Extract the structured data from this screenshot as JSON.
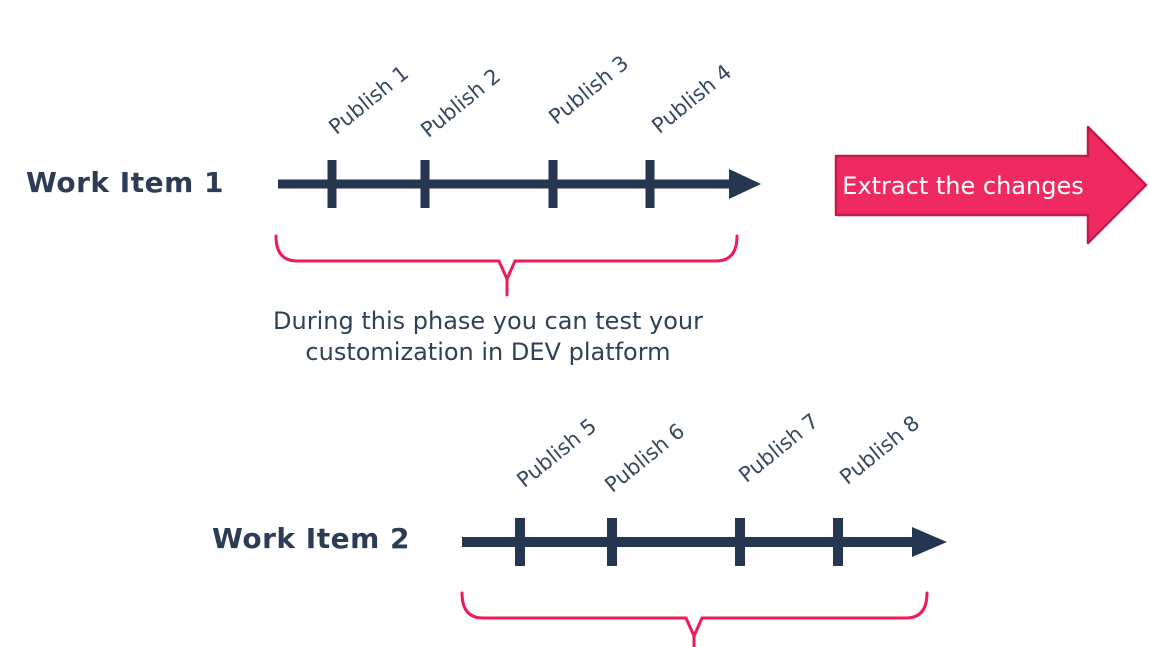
{
  "work_items": [
    {
      "label": "Work Item 1",
      "publishes": [
        "Publish 1",
        "Publish 2",
        "Publish 3",
        "Publish 4"
      ]
    },
    {
      "label": "Work Item 2",
      "publishes": [
        "Publish 5",
        "Publish 6",
        "Publish 7",
        "Publish 8"
      ]
    }
  ],
  "extract_arrow": {
    "label": "Extract the changes"
  },
  "phase_note": {
    "lines": [
      "During this phase you can test your",
      "customization in DEV platform"
    ],
    "full_text": "During this phase you can test your customization in DEV platform"
  },
  "colors": {
    "timeline_navy": "#243650",
    "label_navy": "#37495f",
    "heading_navy": "#2c3c55",
    "note_navy": "#2e4156",
    "brace_pink": "#ed1c57",
    "arrow_fill_pink": "#ef2a61",
    "arrow_stroke_pink": "#c5194d",
    "arrow_text": "#ffffff"
  }
}
